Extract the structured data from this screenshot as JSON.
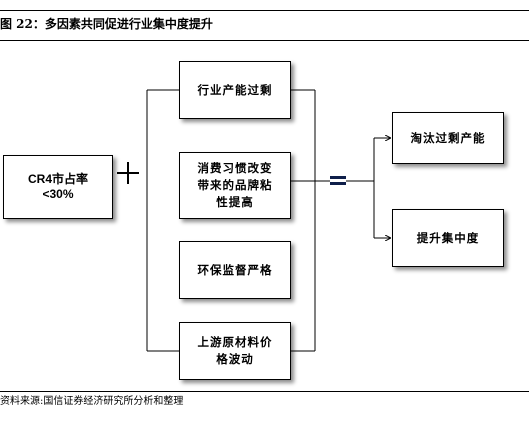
{
  "figure": {
    "title": "图 22：多因素共同促进行业集中度提升",
    "source": "资料来源:国信证券经济研究所分析和整理"
  },
  "diagram": {
    "start": {
      "line1": "CR4市占率",
      "line2": "<30%"
    },
    "factors": [
      "行业产能过剩",
      "消费习惯改变带来的品牌粘性提高",
      "环保监督严格",
      "上游原材料价格波动"
    ],
    "outcomes": [
      "淘汰过剩产能",
      "提升集中度"
    ]
  }
}
